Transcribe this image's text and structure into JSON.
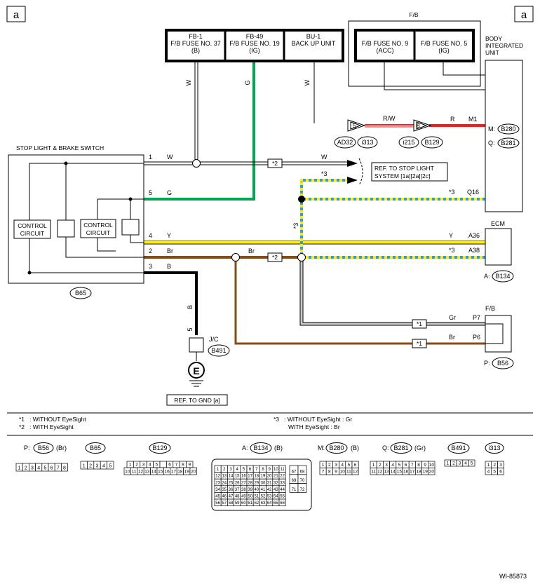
{
  "corner_labels": {
    "left": "a",
    "right": "a"
  },
  "fuse_group_1": [
    {
      "id": "FB-1",
      "name": "F/B FUSE NO. 37",
      "supply": "(B)"
    },
    {
      "id": "FB-49",
      "name": "F/B FUSE NO. 19",
      "supply": "(IG)"
    },
    {
      "id": "BU-1",
      "name": "BACK UP UNIT",
      "supply": ""
    }
  ],
  "fb_box": {
    "title": "F/B",
    "fuses": [
      {
        "name": "F/B FUSE NO. 9",
        "supply": "(ACC)"
      },
      {
        "name": "F/B FUSE NO. 5",
        "supply": "(IG)"
      }
    ]
  },
  "body_integrated_unit": {
    "name_lines": [
      "BODY",
      "INTEGRATED",
      "UNIT"
    ],
    "pin_m1": "M1",
    "pin_q16": "Q16",
    "conn_m_prefix": "M:",
    "conn_m": "B280",
    "conn_q_prefix": "Q:",
    "conn_q": "B281"
  },
  "switch": {
    "name": "STOP LIGHT & BRAKE SWITCH",
    "connector": "B65",
    "control_circuit_left": [
      "CONTROL",
      "CIRCUIT"
    ],
    "control_circuit_right": [
      "CONTROL",
      "CIRCUIT"
    ]
  },
  "wires": {
    "w_vertical_1": "W",
    "g_vertical": "G",
    "w_vertical_3": "W",
    "pin1": "1",
    "pin1_color": "W",
    "pin1_color_right": "W",
    "pin5": "5",
    "pin5_color": "G",
    "pin4": "4",
    "pin4_color": "Y",
    "pin4_color_right": "Y",
    "pin2": "2",
    "pin2_color": "Br",
    "pin2_color_mid": "Br",
    "pin3": "3",
    "pin3_color": "B",
    "b_vertical": "B",
    "b_vertical_pin": "5",
    "star3_upper": "*3",
    "star3_vertical": "*3",
    "star3_q16": "*3",
    "star3_a38": "*3",
    "gr_label": "Gr",
    "br_lower": "Br",
    "rw_label": "R/W",
    "r_label": "R"
  },
  "splices": {
    "star2_upper": "*2",
    "star2_lower": "*2",
    "star1_gr": "*1",
    "star1_br": "*1"
  },
  "relay_connectors": {
    "left_pin": "5",
    "right_pin": "8",
    "labels": [
      "AD32",
      "i313",
      "i215",
      "B129"
    ]
  },
  "ref_stop_light": [
    "REF. TO STOP LIGHT",
    "SYSTEM [1a][2a][2c]"
  ],
  "ecm": {
    "name": "ECM",
    "pin_a36": "A36",
    "pin_a38": "A38",
    "conn_prefix": "A:",
    "conn": "B134"
  },
  "fb_connector": {
    "name": "F/B",
    "pin_p7": "P7",
    "pin_p6": "P6",
    "conn_prefix": "P:",
    "conn": "B56"
  },
  "jc": {
    "name": "J/C",
    "conn": "B491"
  },
  "ground": {
    "symbol": "E",
    "ref": "REF. TO GND [a]"
  },
  "notes": {
    "n1_mark": "*1",
    "n1": ": WITHOUT EyeSight",
    "n2_mark": "*2",
    "n2": ": WITH EyeSight",
    "n3_mark": "*3",
    "n3_a": ": WITHOUT EyeSight : Gr",
    "n3_b": "WITH EyeSight : Br"
  },
  "connector_views": [
    {
      "prefix": "P:",
      "id": "B56",
      "color": "(Br)"
    },
    {
      "prefix": "",
      "id": "B65",
      "color": ""
    },
    {
      "prefix": "",
      "id": "B129",
      "color": ""
    },
    {
      "prefix": "A:",
      "id": "B134",
      "color": "(B)"
    },
    {
      "prefix": "M:",
      "id": "B280",
      "color": "(B)"
    },
    {
      "prefix": "Q:",
      "id": "B281",
      "color": "(Gr)"
    },
    {
      "prefix": "",
      "id": "B491",
      "color": ""
    },
    {
      "prefix": "",
      "id": "i313",
      "color": ""
    }
  ],
  "pins": {
    "b56": [
      "1",
      "2",
      "3",
      "4",
      "5",
      "6",
      "7",
      "8"
    ],
    "b65": [
      "1",
      "2",
      "3",
      "4",
      "5"
    ],
    "b129_top": [
      "1",
      "2",
      "3",
      "4",
      "5",
      "",
      "6",
      "7",
      "8",
      "9"
    ],
    "b129_bot": [
      "10",
      "11",
      "12",
      "13",
      "14",
      "15",
      "16",
      "17",
      "18",
      "19",
      "20"
    ],
    "b134": [
      [
        "1",
        "2",
        "3",
        "4",
        "5",
        "6",
        "7",
        "8",
        "9",
        "10",
        "11"
      ],
      [
        "12",
        "13",
        "14",
        "15",
        "16",
        "17",
        "18",
        "19",
        "20",
        "21",
        "22"
      ],
      [
        "23",
        "24",
        "25",
        "26",
        "27",
        "28",
        "29",
        "30",
        "31",
        "32",
        "33"
      ],
      [
        "34",
        "35",
        "36",
        "37",
        "38",
        "39",
        "40",
        "41",
        "42",
        "43",
        "44"
      ],
      [
        "45",
        "46",
        "47",
        "48",
        "49",
        "50",
        "51",
        "52",
        "53",
        "54",
        "55"
      ],
      [
        "56",
        "57",
        "58",
        "59",
        "60",
        "61",
        "62",
        "63",
        "64",
        "65",
        "66"
      ]
    ],
    "b134_side": [
      [
        "67",
        "68"
      ],
      [
        "69",
        "70"
      ],
      [
        "71",
        "72"
      ]
    ],
    "b280_top": [
      "1",
      "2",
      "3",
      "4",
      "5",
      "6"
    ],
    "b280_bot": [
      "7",
      "8",
      "9",
      "10",
      "11",
      "12"
    ],
    "b281_top": [
      "1",
      "2",
      "3",
      "4",
      "5",
      "6",
      "7",
      "8",
      "9",
      "10"
    ],
    "b281_bot": [
      "11",
      "12",
      "13",
      "14",
      "15",
      "16",
      "17",
      "18",
      "19",
      "20"
    ],
    "b491": [
      "1",
      "2",
      "3",
      "4",
      "5"
    ],
    "i313_top": [
      "1",
      "2",
      "3"
    ],
    "i313_bot": [
      "4",
      "5",
      "6"
    ]
  },
  "figure_id": "WI-85873",
  "colors": {
    "green": "#00a651",
    "yellow": "#ffee00",
    "brown": "#8a4b12",
    "red": "#ff1a1a",
    "gray": "#c8c8c8",
    "blue": "#2e9fd6"
  }
}
